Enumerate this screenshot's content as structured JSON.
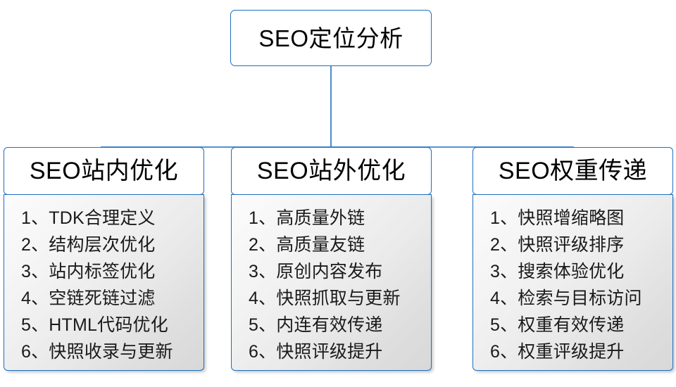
{
  "diagram": {
    "root": {
      "label": "SEO定位分析"
    },
    "colors": {
      "border": "#1f6fc0",
      "connector": "#1f6fc0",
      "panel_top": "#fcfcfc",
      "panel_bottom": "#d8d8d8",
      "text": "#000000",
      "background": "#ffffff"
    },
    "branches": [
      {
        "title": "SEO站内优化",
        "items": [
          "1、TDK合理定义",
          "2、结构层次优化",
          "3、站内标签优化",
          "4、空链死链过滤",
          "5、HTML代码优化",
          "6、快照收录与更新"
        ]
      },
      {
        "title": "SEO站外优化",
        "items": [
          "1、高质量外链",
          "2、高质量友链",
          "3、原创内容发布",
          "4、快照抓取与更新",
          "5、内连有效传递",
          "6、快照评级提升"
        ]
      },
      {
        "title": "SEO权重传递",
        "items": [
          "1、快照增缩略图",
          "2、快照评级排序",
          "3、搜索体验优化",
          "4、检索与目标访问",
          "5、权重有效传递",
          "6、权重评级提升"
        ]
      }
    ]
  }
}
